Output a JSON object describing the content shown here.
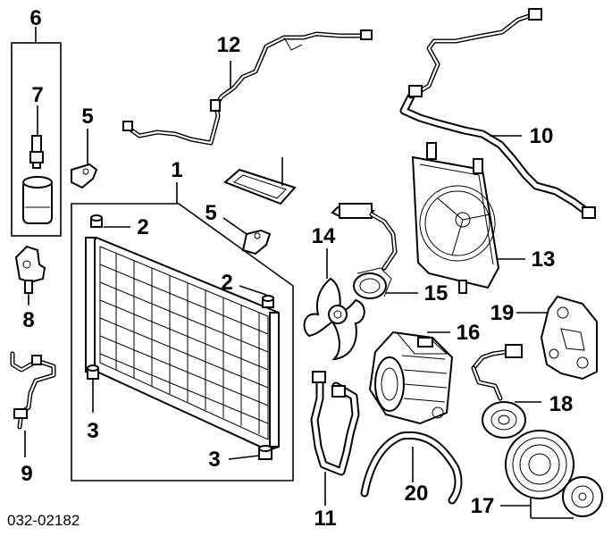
{
  "diagram_code": "032-02182",
  "callouts": {
    "c1": "1",
    "c2a": "2",
    "c2b": "2",
    "c3a": "3",
    "c3b": "3",
    "c5a": "5",
    "c5b": "5",
    "c6": "6",
    "c7": "7",
    "c8": "8",
    "c9": "9",
    "c10": "10",
    "c11": "11",
    "c12": "12",
    "c13": "13",
    "c14": "14",
    "c15": "15",
    "c16": "16",
    "c17": "17",
    "c18": "18",
    "c19": "19",
    "c20": "20"
  }
}
